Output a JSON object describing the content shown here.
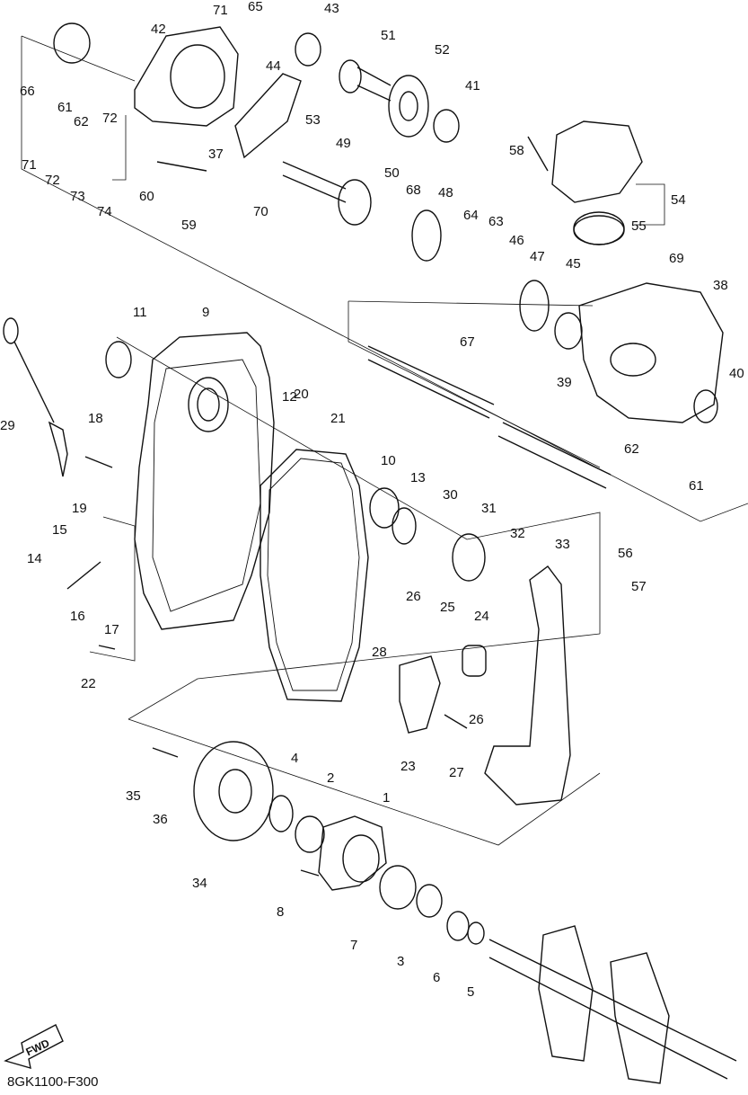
{
  "diagram": {
    "code": "8GK1100-F300",
    "fwd_label": "FWD",
    "labels": [
      "66",
      "42",
      "71",
      "65",
      "43",
      "51",
      "52",
      "41",
      "61",
      "44",
      "62",
      "37",
      "53",
      "72",
      "71",
      "72",
      "73",
      "74",
      "60",
      "59",
      "70",
      "49",
      "50",
      "68",
      "48",
      "64",
      "63",
      "46",
      "47",
      "45",
      "58",
      "54",
      "55",
      "69",
      "38",
      "11",
      "9",
      "67",
      "39",
      "40",
      "29",
      "12",
      "20",
      "21",
      "18",
      "62",
      "61",
      "10",
      "13",
      "30",
      "31",
      "32",
      "33",
      "19",
      "15",
      "14",
      "16",
      "17",
      "26",
      "25",
      "24",
      "56",
      "57",
      "28",
      "22",
      "26",
      "23",
      "27",
      "4",
      "2",
      "1",
      "35",
      "36",
      "34",
      "8",
      "7",
      "3",
      "6",
      "5"
    ]
  }
}
